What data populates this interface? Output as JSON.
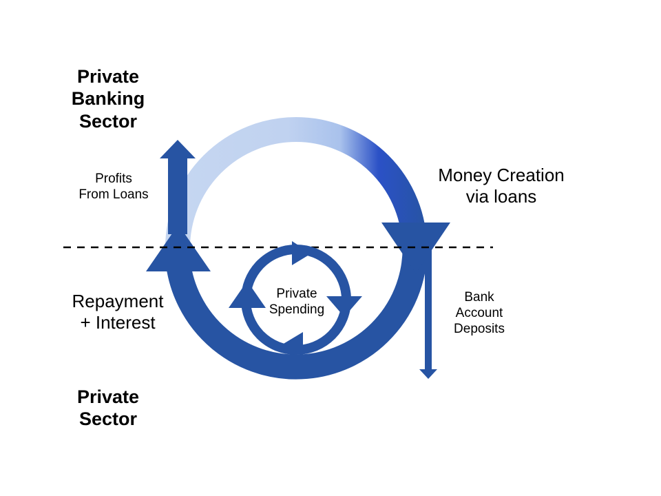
{
  "diagram": {
    "top_sector": [
      "Private",
      "Banking",
      "Sector"
    ],
    "bottom_sector": [
      "Private",
      "Sector"
    ],
    "profits": [
      "Profits",
      "From Loans"
    ],
    "money_creation": [
      "Money Creation",
      "via loans"
    ],
    "repayment": [
      "Repayment",
      "+ Interest"
    ],
    "bank_deposits": [
      "Bank",
      "Account",
      "Deposits"
    ],
    "spending": [
      "Private",
      "Spending"
    ]
  },
  "colors": {
    "flow_dark": "#2754a3",
    "flow_light": "#c5d6f1",
    "flow_bright": "#1f45c0",
    "divider": "#000000"
  }
}
